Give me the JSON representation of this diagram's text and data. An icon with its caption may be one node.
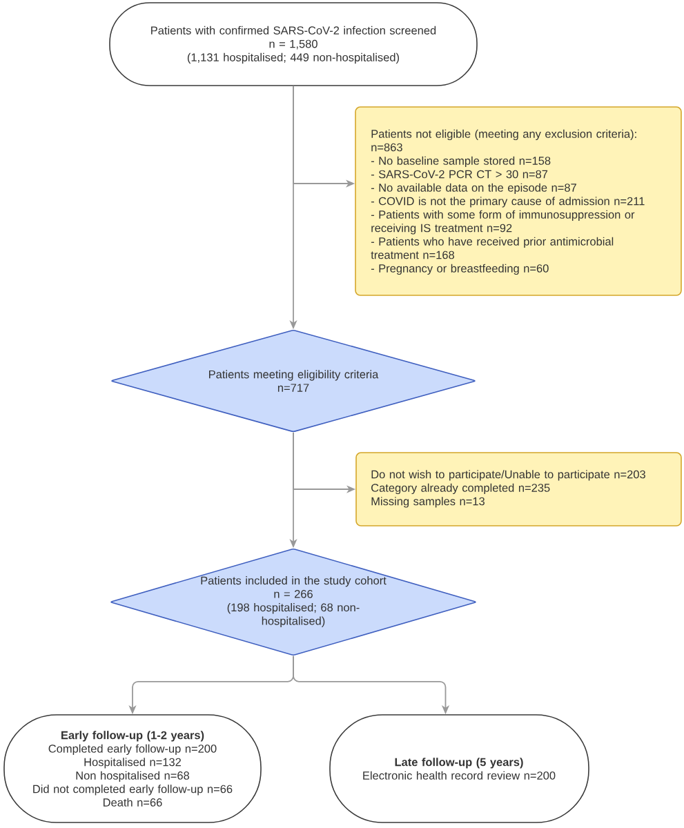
{
  "diagram": {
    "nodes": [
      {
        "text": [
          "Patients with confirmed SARS-CoV-2 infection screened",
          "n = 1,580",
          "(1,131 hospitalised; 449 non-hospitalised)"
        ]
      },
      {
        "text": [
          "Patients not eligible (meeting any exclusion criteria): n=863",
          "- No baseline sample stored n=158",
          "- SARS-CoV-2 PCR CT > 30 n=87",
          "- No available data on the episode n=87",
          "- COVID is not the primary cause of admission n=211",
          "- Patients with some form of immunosuppression or receiving IS treatment n=92",
          "- Patients who have received prior antimicrobial treatment n=168",
          "- Pregnancy or breastfeeding n=60"
        ]
      },
      {
        "text": [
          "Patients meeting eligibility criteria",
          "n=717"
        ]
      },
      {
        "text": [
          "Do not wish to participate/Unable to participate n=203",
          "Category already completed n=235",
          "Missing samples n=13"
        ]
      },
      {
        "text": [
          "Patients included in the study cohort",
          "n = 266",
          "(198 hospitalised; 68 non-hospitalised)"
        ]
      },
      {
        "text": [
          "Early follow-up (1-2 years)",
          "Completed early follow-up n=200",
          "Hospitalised n=132",
          "Non hospitalised n=68",
          "Did not completed early follow-up n=66",
          "Death n=66"
        ]
      },
      {
        "text": [
          "Late follow-up (5 years)",
          "Electronic health record review n=200"
        ]
      }
    ],
    "edges": [
      {
        "from": 0,
        "to": 2,
        "arrow": "to"
      },
      {
        "from": 0,
        "to": 1,
        "arrow": "to"
      },
      {
        "from": 2,
        "to": 4,
        "arrow": "to"
      },
      {
        "from": 2,
        "to": 3,
        "arrow": "to"
      },
      {
        "from": 4,
        "to": 5,
        "arrow": "to"
      },
      {
        "from": 4,
        "to": 6,
        "arrow": "to"
      }
    ]
  }
}
